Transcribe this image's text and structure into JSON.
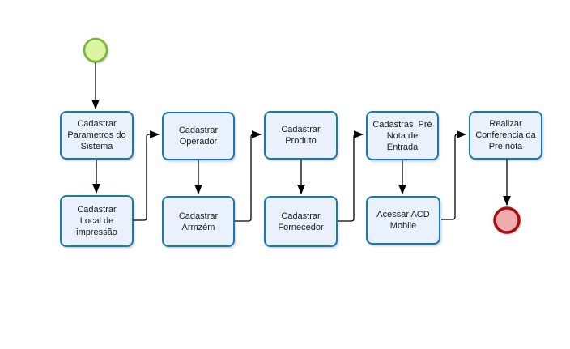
{
  "diagram": {
    "events": {
      "start": "start-event",
      "end": "end-event"
    },
    "nodes": {
      "n1": {
        "label": "Cadastrar\nParametros do\nSistema"
      },
      "n2": {
        "label": "Cadastrar\nLocal de\nimpressão"
      },
      "n3": {
        "label": "Cadastrar\nOperador"
      },
      "n4": {
        "label": "Cadastrar\nArmzém"
      },
      "n5": {
        "label": "Cadastrar\nProduto"
      },
      "n6": {
        "label": "Cadastrar\nFornecedor"
      },
      "n7": {
        "label": "Cadastras  Pré\nNota de\nEntrada"
      },
      "n8": {
        "label": "Acessar ACD\nMobile"
      },
      "n9": {
        "label": "Realizar\nConferencia da\nPré nota"
      }
    },
    "colors": {
      "canvas": "#ffffff",
      "task_fill": "#e9f1fc",
      "task_border": "#1878b0",
      "task_text": "#1a1a1a",
      "start_fill": "#dcf5a0",
      "start_border": "#77b63d",
      "end_fill": "#efabab",
      "end_border": "#a51212",
      "connector": "#000000"
    }
  }
}
